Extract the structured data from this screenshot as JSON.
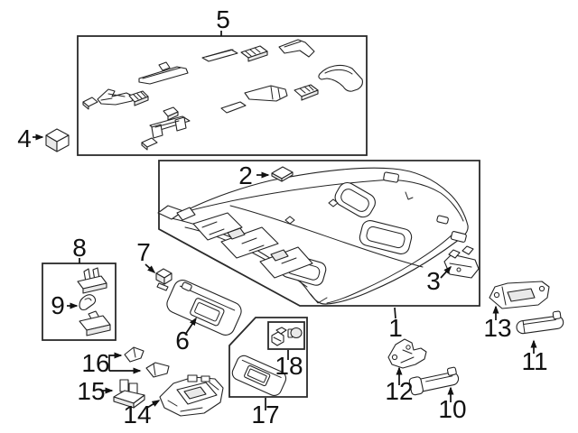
{
  "colors": {
    "background": "#ffffff",
    "line": "#232323",
    "label": "#111111"
  },
  "callouts": [
    {
      "label": "1",
      "part": "headliner-panel"
    },
    {
      "label": "2",
      "part": "headliner-clip"
    },
    {
      "label": "3",
      "part": "side-bracket"
    },
    {
      "label": "4",
      "part": "retainer-block"
    },
    {
      "label": "5",
      "part": "fastener-bracket-kit"
    },
    {
      "label": "6",
      "part": "sun-visor"
    },
    {
      "label": "7",
      "part": "visor-clip"
    },
    {
      "label": "8",
      "part": "clip-hardware-kit"
    },
    {
      "label": "9",
      "part": "hook-clip"
    },
    {
      "label": "10",
      "part": "grab-handle-front"
    },
    {
      "label": "11",
      "part": "grab-handle-rear"
    },
    {
      "label": "12",
      "part": "handle-bracket-front"
    },
    {
      "label": "13",
      "part": "handle-bracket-rear"
    },
    {
      "label": "14",
      "part": "overhead-console"
    },
    {
      "label": "15",
      "part": "console-bracket"
    },
    {
      "label": "16",
      "part": "retainer-clips"
    },
    {
      "label": "17",
      "part": "sun-visor-kit"
    },
    {
      "label": "18",
      "part": "bulb-and-socket"
    }
  ],
  "boxes": [
    {
      "name": "fastener-kit-box",
      "callout": "5"
    },
    {
      "name": "headliner-box",
      "callout": "1"
    },
    {
      "name": "clip-kit-box",
      "callout": "8"
    },
    {
      "name": "visor-kit-box",
      "callout": "17"
    },
    {
      "name": "bulb-kit-box",
      "callout": "18"
    }
  ]
}
